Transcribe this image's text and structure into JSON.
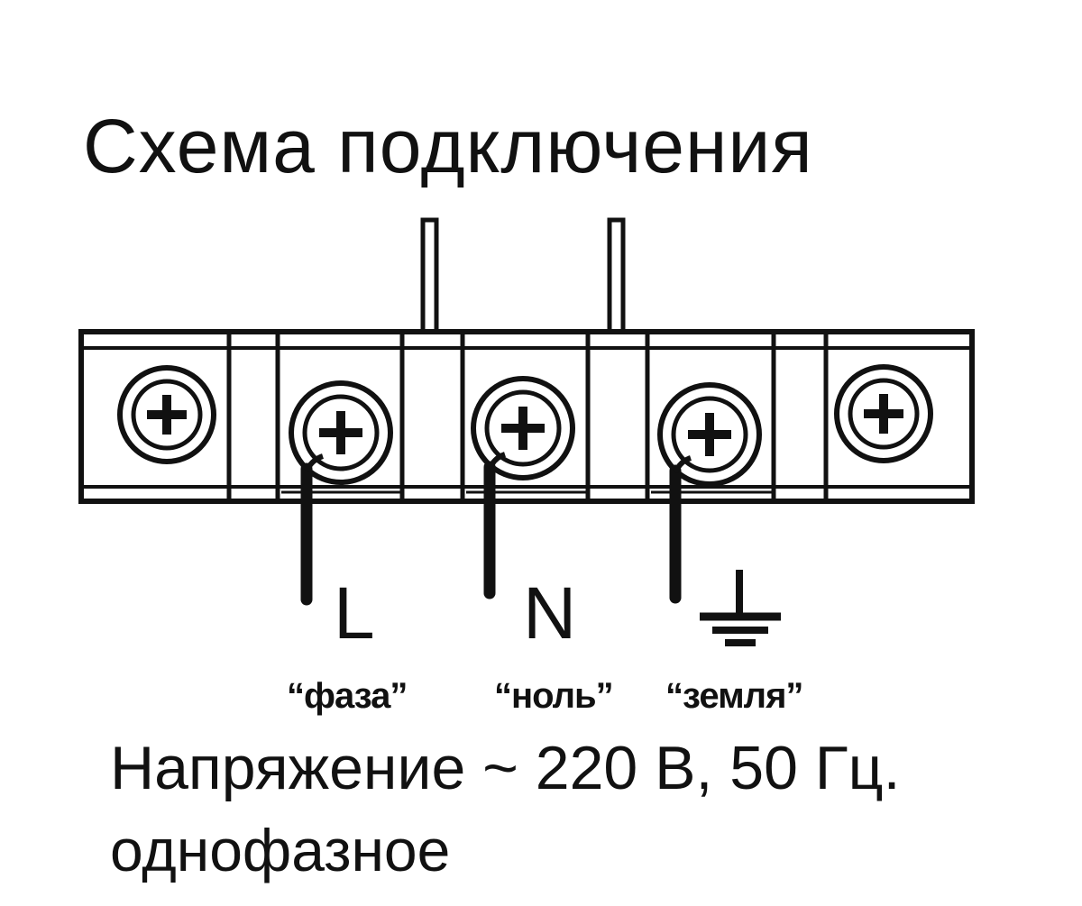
{
  "diagram": {
    "title": "Схема подключения",
    "terminals": [
      {
        "letter": "L",
        "description": "“фаза”"
      },
      {
        "letter": "N",
        "description": "“ноль”"
      },
      {
        "letter": "",
        "description": "“земля”",
        "symbol": "ground-icon"
      }
    ],
    "voltage_line": "Напряжение ~ 220 В, 50 Гц.",
    "phase_line": "однофазное"
  }
}
